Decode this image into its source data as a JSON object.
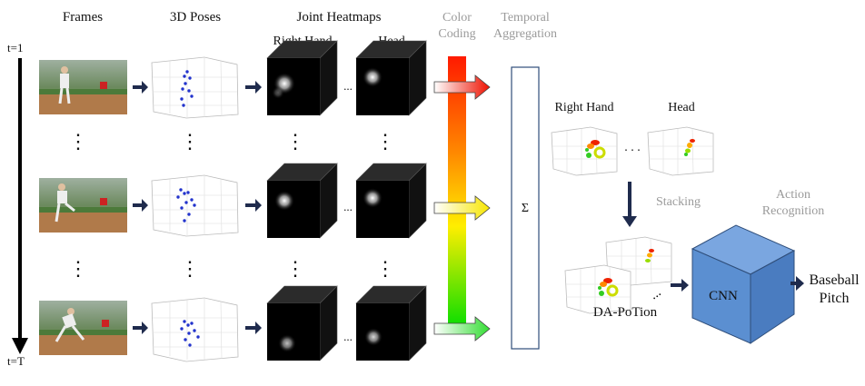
{
  "headers": {
    "frames": "Frames",
    "poses": "3D Poses",
    "heatmaps": "Joint Heatmaps",
    "color_coding_1": "Color",
    "color_coding_2": "Coding",
    "temporal_1": "Temporal",
    "temporal_2": "Aggregation"
  },
  "heatmap_labels": {
    "right_hand": "Right Hand",
    "head": "Head"
  },
  "time": {
    "start": "t=1",
    "end": "t=T"
  },
  "ellipsis_h": "...",
  "ellipsis_v": "⋮",
  "sum_symbol": "Σ",
  "potion_labels": {
    "right_hand": "Right Hand",
    "head": "Head",
    "dots": ". . ."
  },
  "stacking": "Stacking",
  "action_1": "Action",
  "action_2": "Recognition",
  "cnn": "CNN",
  "output_1": "Baseball",
  "output_2": "Pitch",
  "dapotion": "DA-PoTion",
  "colors": {
    "gray_text": "#9a9a9a",
    "pose_dots": "#2233cc",
    "cnn_fill": "#5b8fd1",
    "aggregation_border": "#2f4e7a",
    "arrow": "#1f2b4d"
  }
}
